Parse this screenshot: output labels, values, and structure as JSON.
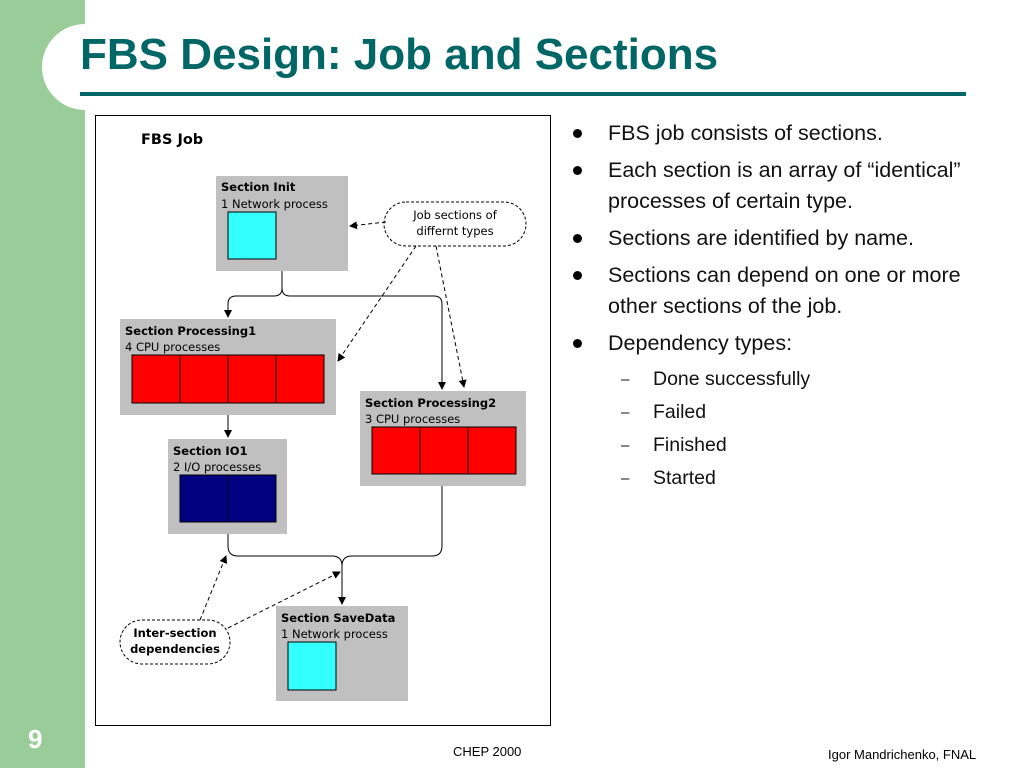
{
  "slide": {
    "title": "FBS Design: Job and Sections",
    "number": "9",
    "footer_center": "CHEP 2000",
    "footer_right": "Igor Mandrichenko, FNAL"
  },
  "diagram": {
    "job_label": "FBS Job",
    "callout_types": [
      "Job sections of",
      "differnt types"
    ],
    "callout_deps": [
      "Inter-section",
      "dependencies"
    ],
    "sections": [
      {
        "name": "Section Init",
        "desc": "1 Network process",
        "process_count": 1,
        "process_color": "#33ffff"
      },
      {
        "name": "Section Processing1",
        "desc": "4 CPU processes",
        "process_count": 4,
        "process_color": "#ff0000"
      },
      {
        "name": "Section Processing2",
        "desc": "3 CPU processes",
        "process_count": 3,
        "process_color": "#ff0000"
      },
      {
        "name": "Section IO1",
        "desc": "2 I/O processes",
        "process_count": 2,
        "process_color": "#000080"
      },
      {
        "name": "Section SaveData",
        "desc": "1 Network process",
        "process_count": 1,
        "process_color": "#33ffff"
      }
    ],
    "section_bg": "#c0c0c0"
  },
  "bullets": [
    "FBS job consists of sections.",
    "Each section is an array of “identical” processes of certain type.",
    "Sections are identified by name.",
    "Sections can depend on one or more other sections of the job.",
    "Dependency types:"
  ],
  "sub_bullets": [
    "Done successfully",
    "Failed",
    "Finished",
    "Started"
  ],
  "colors": {
    "sidebar": "#99cc99",
    "title": "#006666"
  }
}
